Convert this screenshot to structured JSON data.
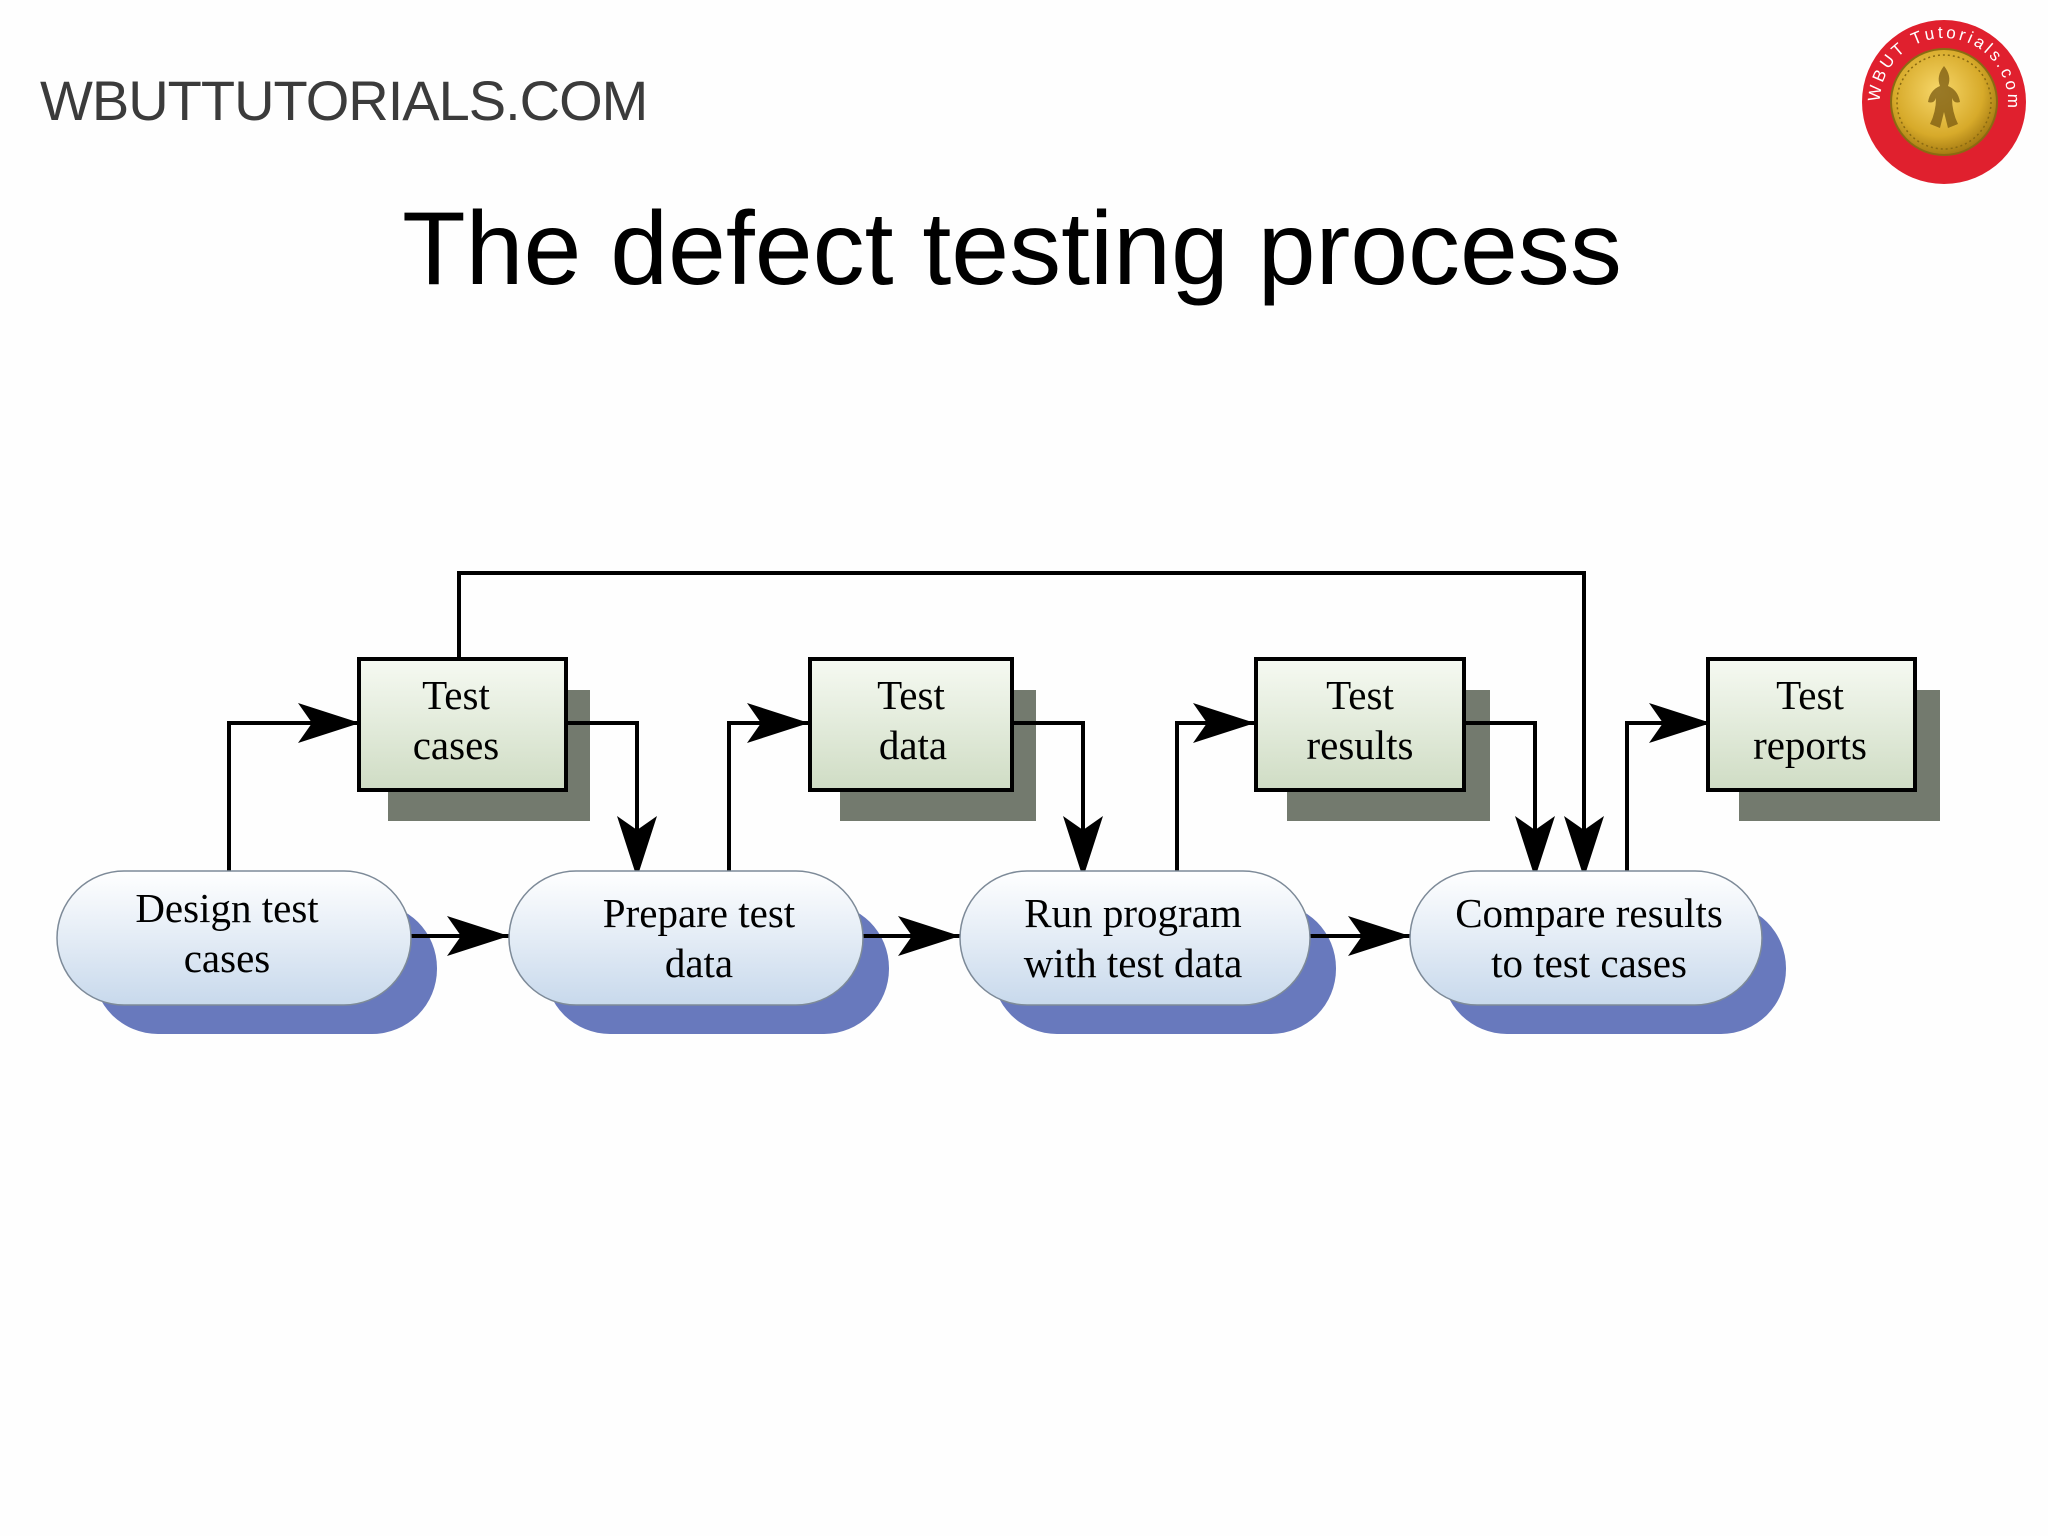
{
  "header": {
    "brand": "WBUTTUTORIALS.COM",
    "logo_text": "WBUT Tutorials.com"
  },
  "slide": {
    "title": "The defect testing process"
  },
  "diagram": {
    "processes": [
      {
        "line1": "Design test",
        "line2": "cases"
      },
      {
        "line1": "Prepare test",
        "line2": "data"
      },
      {
        "line1": "Run program",
        "line2": "with test data"
      },
      {
        "line1": "Compare results",
        "line2": "to test cases"
      }
    ],
    "artifacts": [
      {
        "line1": "Test",
        "line2": "cases"
      },
      {
        "line1": "Test",
        "line2": "data"
      },
      {
        "line1": "Test",
        "line2": "results"
      },
      {
        "line1": "Test",
        "line2": "reports"
      }
    ],
    "colors": {
      "process_shadow": "#6879bd",
      "process_fill_top": "#ffffff",
      "process_fill_bottom": "#c8d9ec",
      "artifact_shadow": "#737a6e",
      "artifact_fill_top": "#f6faf2",
      "artifact_fill_bottom": "#cfdcc4",
      "line": "#000000",
      "logo_ring": "#e0202e",
      "logo_center": "#d7aa2a"
    }
  }
}
